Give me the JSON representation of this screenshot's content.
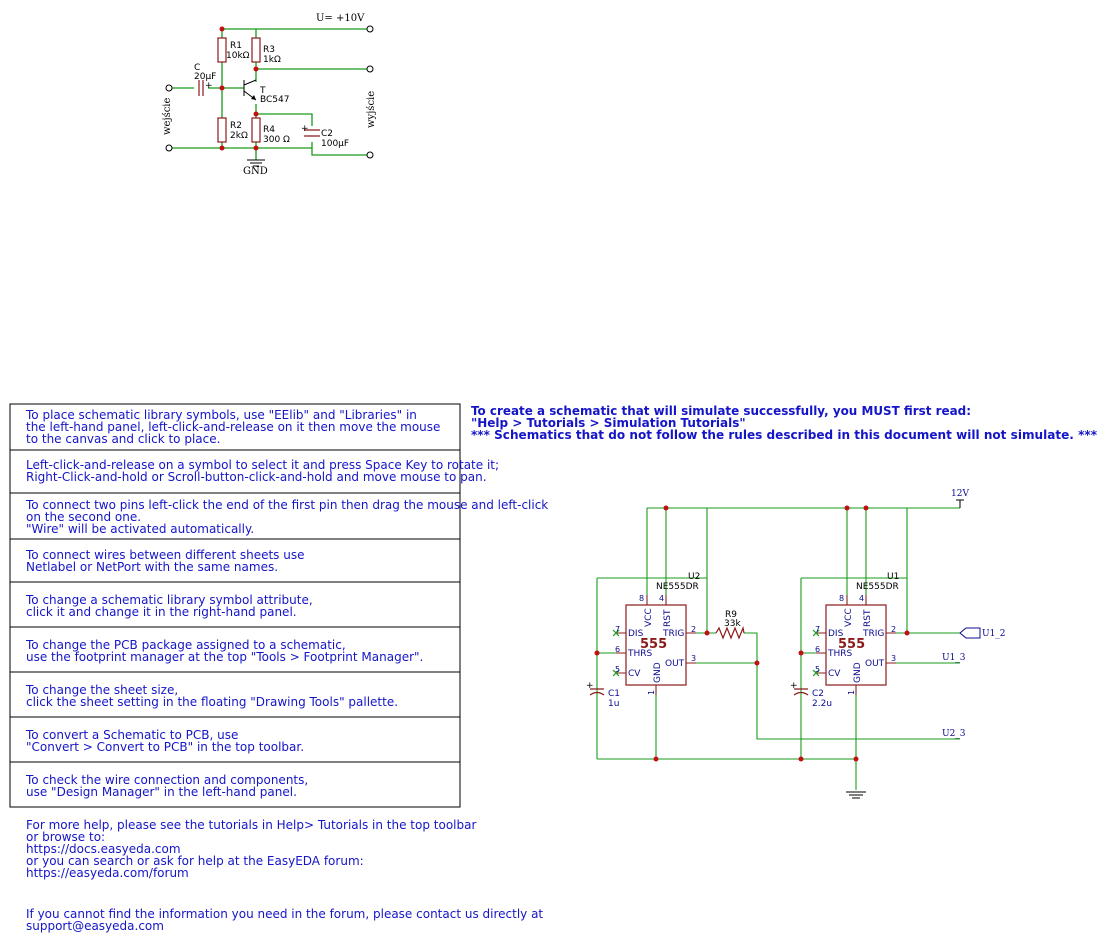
{
  "amplifier": {
    "supply": "U= +10V",
    "input": "wejście",
    "output": "wyjście",
    "gnd": "GND",
    "r1": {
      "name": "R1",
      "value": "10kΩ"
    },
    "r2": {
      "name": "R2",
      "value": "2kΩ"
    },
    "r3": {
      "name": "R3",
      "value": "1kΩ"
    },
    "r4": {
      "name": "R4",
      "value": "300 Ω"
    },
    "c": {
      "name": "C",
      "value": "20μF"
    },
    "c2": {
      "name": "C2",
      "value": "100μF"
    },
    "t": {
      "name": "T",
      "value": "BC547"
    },
    "plus": "+"
  },
  "help_boxes": [
    [
      "To place schematic library symbols, use \"EElib\" and \"Libraries\" in",
      "the left-hand panel, left-click-and-release on it then move the mouse",
      "to the canvas and click to place."
    ],
    [
      "Left-click-and-release on a symbol to select it and press Space Key to rotate it;",
      "Right-Click-and-hold or Scroll-button-click-and-hold and move mouse to pan."
    ],
    [
      "To connect two pins left-click the end of the first pin then drag the mouse and left-click",
      "on the second one.",
      "\"Wire\" will be activated automatically."
    ],
    [
      "To connect wires between different sheets use",
      "Netlabel or NetPort with the same names."
    ],
    [
      "To change a schematic library symbol attribute,",
      "click it and change it in the right-hand panel."
    ],
    [
      "To change the PCB package assigned to a schematic,",
      "use the footprint manager at the top \"Tools > Footprint Manager\"."
    ],
    [
      "To change the sheet size,",
      "click the sheet setting in the floating \"Drawing Tools\" pallette."
    ],
    [
      "To convert a Schematic to PCB, use",
      "\"Convert > Convert to PCB\" in the top toolbar."
    ],
    [
      "To check the wire connection and components,",
      "use \"Design Manager\" in the left-hand panel."
    ]
  ],
  "footer_lines": [
    "For more help, please see the tutorials in Help> Tutorials in the top toolbar",
    "or browse to:",
    "   https://docs.easyeda.com",
    "or you can search or ask for help at the EasyEDA forum:",
    "   https://easyeda.com/forum"
  ],
  "contact_lines": [
    "If you cannot find the information you need in the forum, please contact us directly at",
    "   support@easyeda.com"
  ],
  "warning_lines": [
    "To create a schematic that will simulate successfully, you MUST first read:",
    "   \"Help > Tutorials > Simulation Tutorials\"",
    "*** Schematics that do not follow the rules described in this document will not simulate. ***"
  ],
  "timer": {
    "supply": "12V",
    "u1": {
      "ref": "U1",
      "part": "NE555DR",
      "core": "555"
    },
    "u2": {
      "ref": "U2",
      "part": "NE555DR",
      "core": "555"
    },
    "pins": {
      "vcc": "VCC",
      "rst": "RST",
      "dis": "DIS",
      "thrs": "THRS",
      "cv": "CV",
      "trig": "TRIG",
      "out": "OUT",
      "gnd": "GND"
    },
    "pin_numbers": {
      "vcc": "8",
      "rst": "4",
      "dis": "7",
      "thrs": "6",
      "cv": "5",
      "trig": "2",
      "out": "3",
      "gnd": "1"
    },
    "r9": {
      "name": "R9",
      "value": "33k"
    },
    "c1": {
      "name": "C1",
      "value": "1u"
    },
    "c2": {
      "name": "C2",
      "value": "2.2u"
    },
    "net_u1_2": "U1_2",
    "net_u1_3": "U1_3",
    "net_u2_3": "U2_3",
    "plus": "+"
  }
}
